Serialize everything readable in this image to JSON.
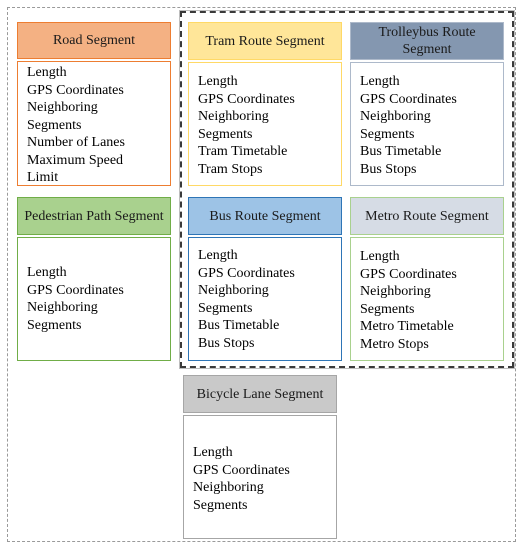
{
  "cards": {
    "road": {
      "title": "Road Segment",
      "header_color": "#f4b183",
      "border_color": "#ed7d31",
      "attributes": [
        "Length",
        "GPS Coordinates",
        "Neighboring",
        "Segments",
        "Number of Lanes",
        "Maximum Speed",
        "Limit"
      ]
    },
    "pedestrian": {
      "title": "Pedestrian Path Segment",
      "header_color": "#a9d18e",
      "border_color": "#70ad47",
      "attributes": [
        "Length",
        "GPS Coordinates",
        "Neighboring",
        "Segments"
      ]
    },
    "tram": {
      "title": "Tram Route Segment",
      "header_color": "#ffe699",
      "border_color": "#ffd966",
      "attributes": [
        "Length",
        "GPS Coordinates",
        "Neighboring",
        "Segments",
        "Tram Timetable",
        "Tram Stops"
      ]
    },
    "trolleybus": {
      "title": "Trolleybus Route Segment",
      "header_color": "#8497b0",
      "border_color": "#adb9ca",
      "attributes": [
        "Length",
        "GPS Coordinates",
        "Neighboring",
        "Segments",
        "Bus Timetable",
        "Bus Stops"
      ]
    },
    "bus": {
      "title": "Bus Route Segment",
      "header_color": "#9dc3e6",
      "border_color": "#2e75b6",
      "attributes": [
        "Length",
        "GPS Coordinates",
        "Neighboring",
        "Segments",
        "Bus Timetable",
        "Bus Stops"
      ]
    },
    "metro": {
      "title": "Metro Route Segment",
      "header_color": "#d6dce5",
      "border_color": "#a9d18e",
      "attributes": [
        "Length",
        "GPS Coordinates",
        "Neighboring",
        "Segments",
        "Metro Timetable",
        "Metro Stops"
      ]
    },
    "bicycle": {
      "title": "Bicycle Lane Segment",
      "header_color": "#c9c9c9",
      "border_color": "#a6a6a6",
      "attributes": [
        "Length",
        "GPS Coordinates",
        "Neighboring",
        "Segments"
      ]
    }
  }
}
